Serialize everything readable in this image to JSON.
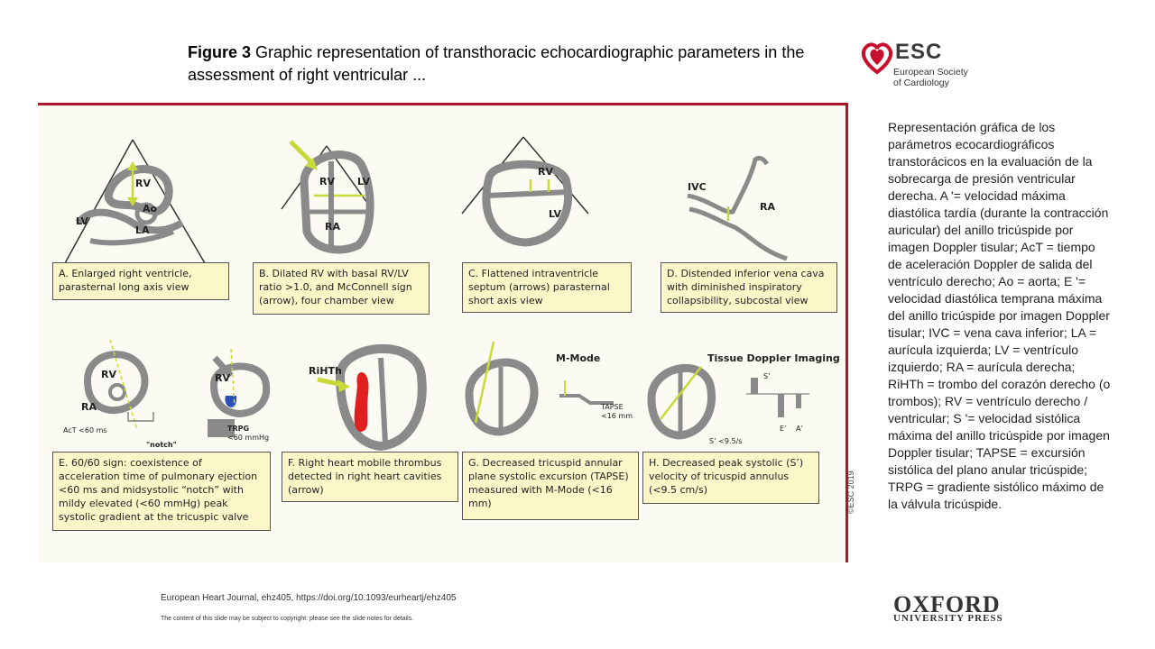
{
  "slide": {
    "title_bold": "Figure 3",
    "title_rest": " Graphic representation of transthoracic echocardiographic parameters in the assessment of right ventricular ...",
    "esc": {
      "word": "ESC",
      "line1": "European Society",
      "line2": "of Cardiology"
    },
    "copyright": "©ESC 2019",
    "description": "Representación gráfica de los parámetros ecocardiográficos transtorácicos en la evaluación de la sobrecarga de presión ventricular derecha. A '= velocidad máxima diastólica tardía (durante la contracción auricular) del anillo tricúspide por imagen Doppler tisular; AcT = tiempo de aceleración Doppler de salida del ventrículo derecho; Ao = aorta; E '= velocidad diastólica temprana máxima del anillo tricúspide por imagen Doppler tisular; IVC = vena cava inferior; LA = aurícula izquierda; LV = ventrículo izquierdo; RA = aurícula derecha; RiHTh = trombo del corazón derecho (o trombos); RV = ventrículo derecho / ventricular; S '= velocidad sistólica máxima del anillo tricúspide por imagen Doppler tisular; TAPSE = excursión sistólica del plano anular tricúspide; TRPG = gradiente sistólico máximo de la válvula tricúspide.",
    "journal": "European Heart Journal, ehz405, https://doi.org/10.1093/eurheartj/ehz405",
    "notice": "The content of this slide may be subject to copyright: please see the slide notes for details.",
    "oxford": "OXFORD",
    "oup": "UNIVERSITY PRESS"
  },
  "panels": {
    "a": "A. Enlarged right ventricle, parasternal long axis view",
    "b": "B. Dilated RV with basal RV/LV ratio >1.0, and McConnell sign (arrow), four chamber view",
    "c": "C. Flattened intraventricle septum (arrows) parasternal short axis view",
    "d": "D. Distended inferior vena cava with diminished inspiratory collapsibility, subcostal view",
    "e": "E. 60/60 sign: coexistence of acceleration time of pulmonary ejection <60 ms and midsystolic “notch” with mildy elevated (<60 mmHg) peak systolic gradient at the tricuspic valve",
    "f": "F. Right heart mobile thrombus detected in right heart cavities (arrow)",
    "g": "G. Decreased tricuspid annular plane systolic excursion (TAPSE) measured with M-Mode (<16 mm)",
    "h": "H. Decreased peak systolic (S’) velocity of tricuspid annulus (<9.5 cm/s)"
  },
  "labels": {
    "a_rv": "RV",
    "a_lv": "LV",
    "a_ao": "Ao",
    "a_la": "LA",
    "b_rv": "RV",
    "b_lv": "LV",
    "b_ra": "RA",
    "c_rv": "RV",
    "c_lv": "LV",
    "d_ivc": "IVC",
    "d_ra": "RA",
    "e_rv": "RV",
    "e_ra": "RA",
    "e_act": "AcT <60 ms",
    "e_notch": "\"notch\"",
    "e2_rv": "RV",
    "e_trpg": "TRPG",
    "e_trpg_val": "<60 mmHg",
    "f_rihth": "RiHTh",
    "g_mmode": "M-Mode",
    "g_tapse": "TAPSE",
    "g_tapse_val": "<16 mm",
    "h_tdi": "Tissue Doppler Imaging",
    "h_s": "S’",
    "h_e": "E’",
    "h_a": "A’",
    "h_sval": "S’ <9.5/s"
  },
  "colors": {
    "border": "#a8182a",
    "caption_fill": "#fbf7c9",
    "arrow": "#c8d93a",
    "thrombus": "#e02020",
    "blue_jet": "#2a4fb5",
    "wall": "#8a8a8a"
  }
}
